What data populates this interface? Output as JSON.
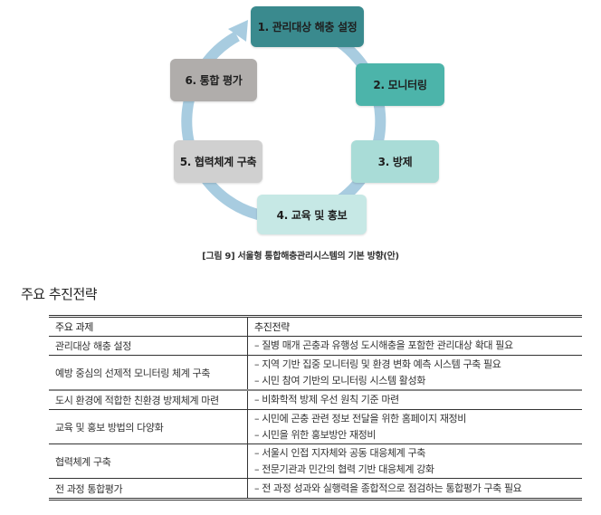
{
  "diagram": {
    "ring_color": "#a8cce0",
    "steps": [
      {
        "label": "1. 관리대상 해충 설정",
        "color": "#3a8a8e"
      },
      {
        "label": "2. 모니터링",
        "color": "#4cb4aa"
      },
      {
        "label": "3. 방제",
        "color": "#a9dcd7"
      },
      {
        "label": "4. 교육 및 홍보",
        "color": "#c6e8e5"
      },
      {
        "label": "5. 협력체계 구축",
        "color": "#d0d0d0"
      },
      {
        "label": "6. 통합 평가",
        "color": "#b0adab"
      }
    ],
    "caption": "[그림 9] 서울형 통합해충관리시스템의 기본 방향(안)"
  },
  "section": {
    "title": "주요 추진전략"
  },
  "table": {
    "headers": [
      "주요 과제",
      "추진전략"
    ],
    "rows": [
      {
        "task": "관리대상 해충 설정",
        "strategies": [
          "– 질병 매개 곤충과 유행성 도시해충을 포함한 관리대상 확대 필요"
        ]
      },
      {
        "task": "예방 중심의 선제적 모니터링 체계 구축",
        "strategies": [
          "– 지역 기반 집중 모니터링 및 환경 변화 예측 시스템 구축 필요",
          "– 시민 참여 기반의 모니터링 시스템 활성화"
        ]
      },
      {
        "task": "도시 환경에 적합한 친환경 방제체계 마련",
        "strategies": [
          "– 비화학적 방제 우선 원칙 기준 마련"
        ]
      },
      {
        "task": "교육 및 홍보 방법의 다양화",
        "strategies": [
          "– 시민에 곤충 관련 정보 전달을 위한 홈페이지 재정비",
          "– 시민을 위한 홍보방안 재정비"
        ]
      },
      {
        "task": "협력체계 구축",
        "strategies": [
          "– 서울시 인접 지자체와 공동 대응체계 구축",
          "– 전문기관과 민간의 협력 기반 대응체계 강화"
        ]
      },
      {
        "task": "전 과정 통합평가",
        "strategies": [
          "– 전 과정 성과와 실행력을 종합적으로 점검하는 통합평가 구축 필요"
        ]
      }
    ]
  }
}
